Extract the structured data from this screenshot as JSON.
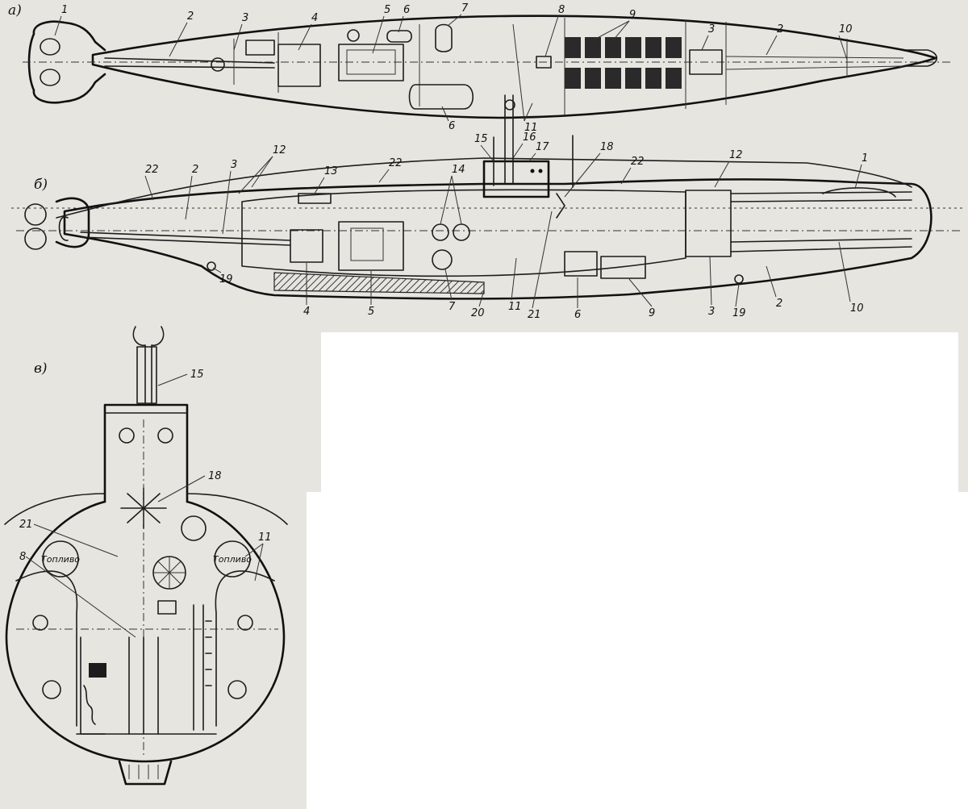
{
  "views": {
    "a": {
      "letter": "а)"
    },
    "b": {
      "letter": "б)"
    },
    "c": {
      "letter": "в)"
    }
  },
  "callouts": {
    "a": [
      "1",
      "2",
      "3",
      "4",
      "5",
      "6",
      "7",
      "8",
      "9",
      "3",
      "2",
      "10",
      "6",
      "11"
    ],
    "b": [
      "12",
      "13",
      "14",
      "15",
      "16",
      "17",
      "18",
      "22",
      "22",
      "12",
      "1",
      "22",
      "2",
      "3",
      "19",
      "4",
      "5",
      "7",
      "20",
      "11",
      "21",
      "6",
      "9",
      "3",
      "19",
      "2",
      "10"
    ],
    "c": [
      "15",
      "18",
      "21",
      "8",
      "11"
    ]
  },
  "section_labels": {
    "fuel_left": "Топливо",
    "fuel_right": "Топливо"
  },
  "colors": {
    "paper": "#e6e5df",
    "ink": "#1d1d1d",
    "battery": "#2a2a2a",
    "hatch": "#3a3a3a"
  }
}
